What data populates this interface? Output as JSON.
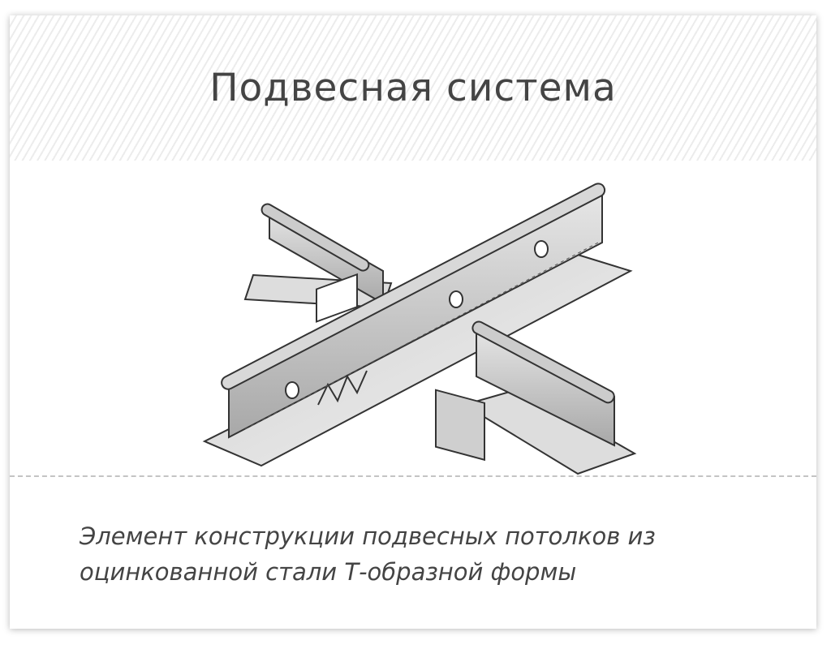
{
  "card": {
    "title": "Подвесная система",
    "description": "Элемент конструкции подвесных потолков из оцинкованной стали Т-образной формы",
    "image_icon": "t-bar-ceiling-grid-illustration"
  }
}
